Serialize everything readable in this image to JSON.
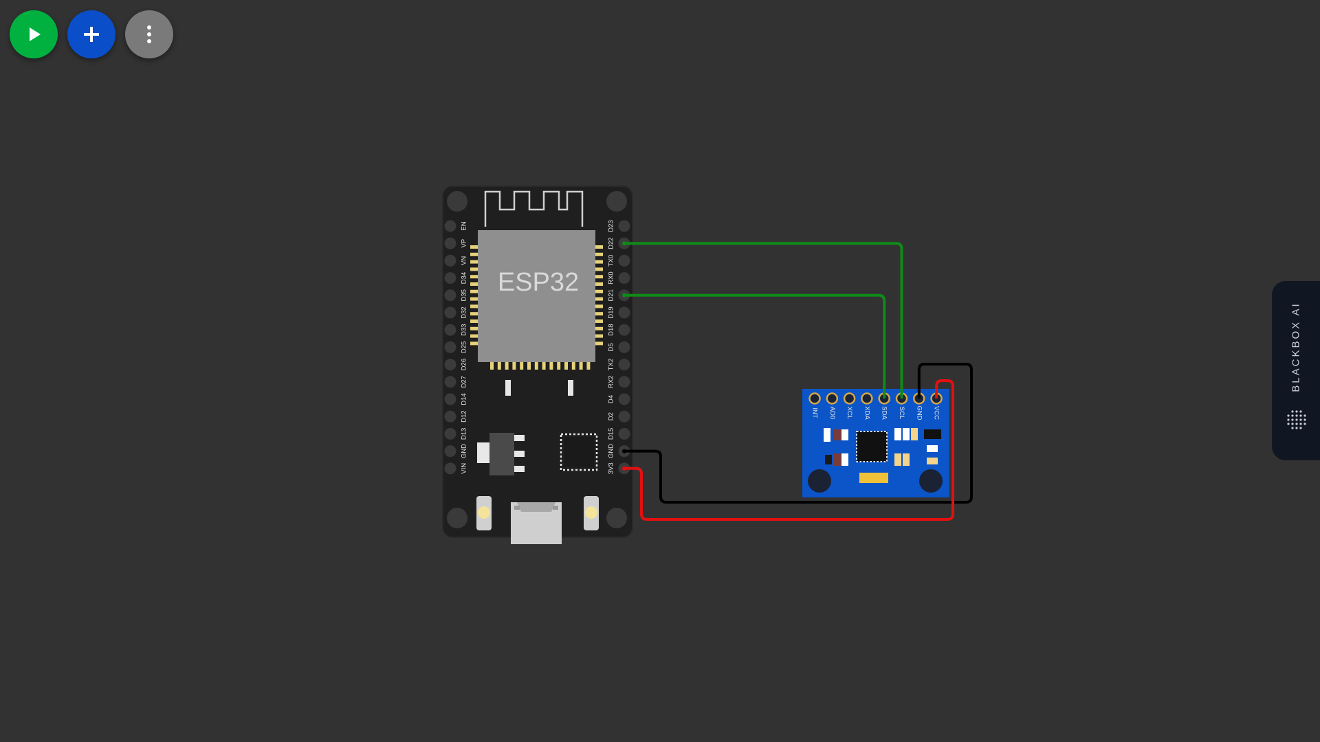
{
  "toolbar": {
    "buttons": [
      {
        "name": "play-button",
        "icon": "play-icon",
        "color": "#00b140"
      },
      {
        "name": "add-button",
        "icon": "plus-icon",
        "color": "#0a4fc9"
      },
      {
        "name": "more-options-button",
        "icon": "more-vertical-icon",
        "color": "#7a7a7a"
      }
    ]
  },
  "esp32": {
    "chip_label": "ESP32",
    "left_pins": [
      "EN",
      "VP",
      "VN",
      "D34",
      "D35",
      "D32",
      "D33",
      "D25",
      "D26",
      "D27",
      "D14",
      "D12",
      "D13",
      "GND",
      "VIN"
    ],
    "right_pins": [
      "D23",
      "D22",
      "TX0",
      "RX0",
      "D21",
      "D19",
      "D18",
      "D5",
      "TX2",
      "RX2",
      "D4",
      "D2",
      "D15",
      "GND",
      "3V3"
    ]
  },
  "sensor": {
    "pins": [
      "INT",
      "AD0",
      "XCL",
      "XDA",
      "SDA",
      "SCL",
      "GND",
      "VCC"
    ]
  },
  "wires": [
    {
      "from": "ESP32.D22",
      "to": "SENSOR.SCL",
      "color": "#108a18"
    },
    {
      "from": "ESP32.D21",
      "to": "SENSOR.SDA",
      "color": "#108a18"
    },
    {
      "from": "ESP32.GND",
      "to": "SENSOR.GND",
      "color": "#000000"
    },
    {
      "from": "ESP32.3V3",
      "to": "SENSOR.VCC",
      "color": "#e31010"
    }
  ],
  "side_panel": {
    "label": "BLACKBOX AI"
  }
}
